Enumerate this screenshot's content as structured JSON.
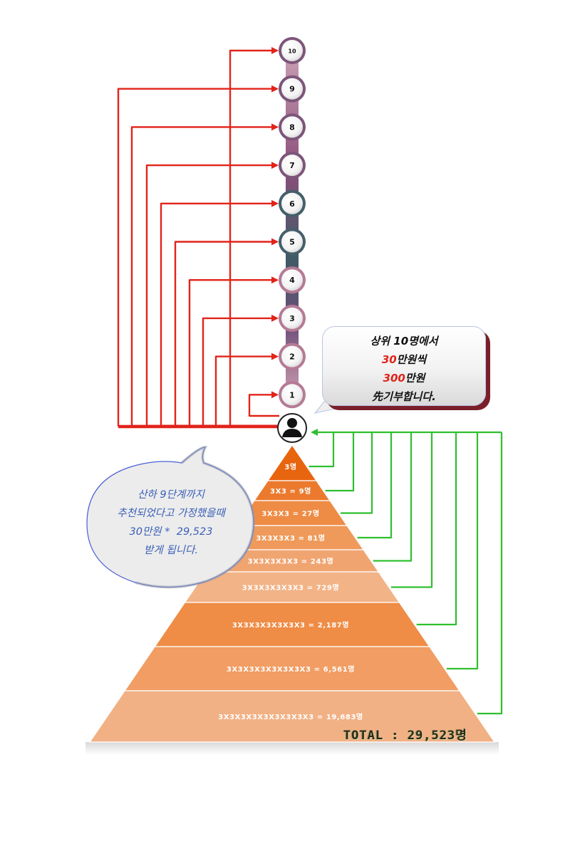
{
  "chain": {
    "levels": [
      "1",
      "2",
      "3",
      "4",
      "5",
      "6",
      "7",
      "8",
      "9",
      "10"
    ],
    "colors": {
      "arrow_red": "#e2231a",
      "arrow_green": "#2fbf2f",
      "link_top": "#c27a93",
      "link_bottom": "#4b6470"
    }
  },
  "user_icon": "person-avatar-icon",
  "pyramid": {
    "tiers": [
      {
        "label": "3명",
        "color": "#e8650f"
      },
      {
        "label": "3X3 = 9명",
        "color": "#eb7a2e"
      },
      {
        "label": "3X3X3 = 27명",
        "color": "#ee8c45"
      },
      {
        "label": "3X3X3X3 = 81명",
        "color": "#ef9a5a"
      },
      {
        "label": "3X3X3X3X3 = 243명",
        "color": "#f0a571"
      },
      {
        "label": "3X3X3X3X3X3 = 729명",
        "color": "#f2b387"
      },
      {
        "label": "3X3X3X3X3X3X3 = 2,187명",
        "color": "#ef8c45"
      },
      {
        "label": "3X3X3X3X3X3X3X3 = 6,561명",
        "color": "#f19d63"
      },
      {
        "label": "3X3X3X3X3X3X3X3X3 = 19,683명",
        "color": "#f1b185"
      }
    ],
    "total": "TOTAL : 29,523명"
  },
  "bubble_right": {
    "line1": "상위 10명에서",
    "line2_num": "30",
    "line2_text": "만원씩",
    "line3_num": "300",
    "line3_text": "만원",
    "line4": "先기부합니다."
  },
  "bubble_left": {
    "line1": "산하 9단계까지",
    "line2": "추천되었다고 가정했을때",
    "line3": "30만원 *  29,523",
    "line4": "받게 됩니다."
  }
}
